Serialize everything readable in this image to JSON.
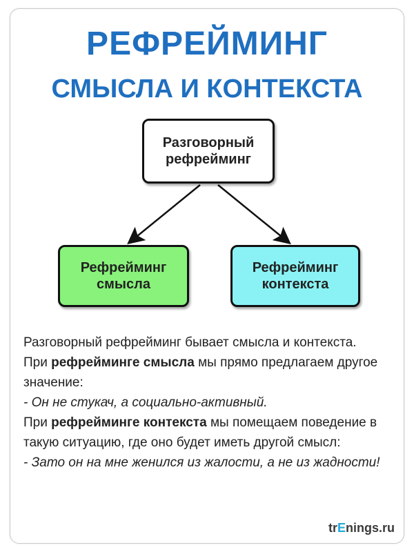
{
  "title": {
    "line1": "РЕФРЕЙМИНГ",
    "line2": "СМЫСЛА И КОНТЕКСТА"
  },
  "diagram": {
    "top_node": "Разговорный\nрефрейминг",
    "left_node": "Рефрейминг\nсмысла",
    "right_node": "Рефрейминг\nконтекста",
    "colors": {
      "title": "#1f6fc0",
      "left_fill": "#88f27a",
      "right_fill": "#8af2f4",
      "top_fill": "#ffffff"
    }
  },
  "body": {
    "p1": "Разговорный рефрейминг бывает смысла и контекста.",
    "p2_prefix": "При ",
    "p2_bold": "рефрейминге смысла",
    "p2_suffix": " мы прямо предлагаем другое значение:",
    "p3_italic": "- Он не стукач, а социально-активный.",
    "p4_prefix": "При ",
    "p4_bold": "рефрейминге контекста",
    "p4_suffix": " мы помещаем поведение в такую ситуацию, где оно будет иметь другой смысл:",
    "p5_italic": "- Зато он на мне женился из жалости, а не из жадности!"
  },
  "logo": {
    "part1": "tr",
    "part2": "E",
    "part3": "nings.ru"
  }
}
